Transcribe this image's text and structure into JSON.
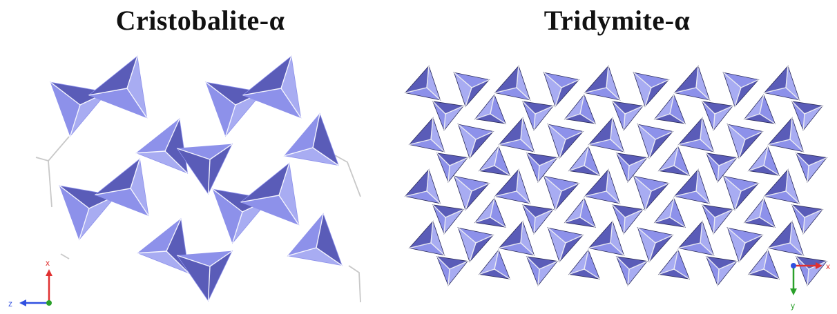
{
  "panels": [
    {
      "title": "Cristobalite-α",
      "axes": {
        "vertical": "x",
        "horizontal": "z",
        "colors": {
          "vertical": "#e03030",
          "horizontal": "#3050e0",
          "origin": "#2aa02a"
        }
      }
    },
    {
      "title": "Tridymite-α",
      "axes": {
        "vertical": "y",
        "horizontal": "x",
        "colors": {
          "vertical": "#2aa02a",
          "horizontal": "#e03030",
          "origin": "#3050e0"
        }
      }
    }
  ],
  "colors": {
    "face_light": "#a8acf2",
    "face_mid": "#8d91ea",
    "face_dark": "#5a5cb8",
    "edge": "#ffffff",
    "outline": "#2a2a5a",
    "bond": "#c8c8c8"
  }
}
